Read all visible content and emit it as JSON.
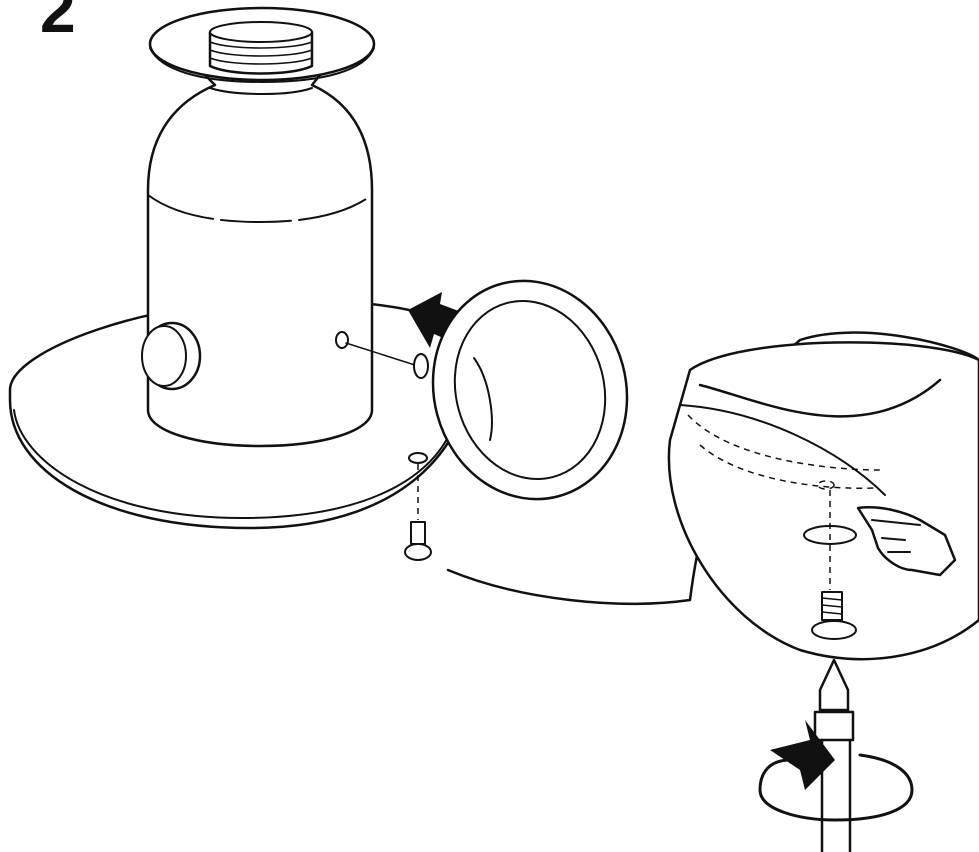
{
  "step": {
    "number": "2"
  },
  "colors": {
    "line": "#111111",
    "background": "#ffffff"
  },
  "illustration": {
    "parts": [
      "lamp-base-plate",
      "lamp-body",
      "top-collar",
      "threaded-neck",
      "side-knob",
      "retaining-ring",
      "side-screw",
      "base-screw",
      "washer",
      "detail-magnifier-circle",
      "pointing-hand",
      "screwdriver-bit",
      "rotation-arrow"
    ],
    "icons": [
      "push-arrow-icon",
      "pointing-hand-icon",
      "rotate-clockwise-icon"
    ]
  }
}
